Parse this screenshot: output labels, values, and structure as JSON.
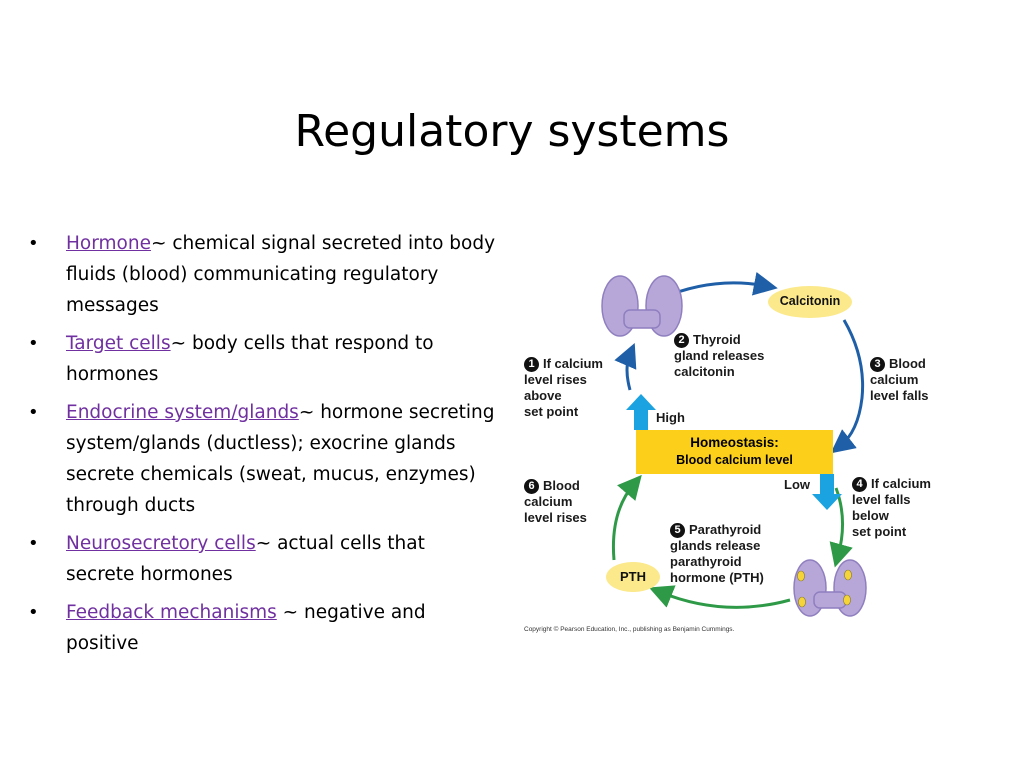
{
  "slide": {
    "title": "Regulatory systems"
  },
  "bullets": [
    {
      "term": "Hormone",
      "text": "~ chemical signal secreted into body fluids (blood) communicating regulatory messages"
    },
    {
      "term": "Target cells",
      "text": "~ body cells that respond to hormones"
    },
    {
      "term": "Endocrine system/glands",
      "text": "~ hormone secreting system/glands (ductless); exocrine glands secrete chemicals (sweat, mucus, enzymes) through ducts"
    },
    {
      "term": "Neurosecretory cells",
      "text": "~  actual cells that secrete hormones"
    },
    {
      "term": "Feedback mechanisms",
      "text": " ~ negative and positive"
    }
  ],
  "diagram": {
    "calcitonin_label": "Calcitonin",
    "pth_label": "PTH",
    "high_label": "High",
    "low_label": "Low",
    "homeostasis_title": "Homeostasis:",
    "homeostasis_sub": "Blood calcium level",
    "steps": [
      {
        "num": "1",
        "text": "If calcium\nlevel rises\nabove\nset point"
      },
      {
        "num": "2",
        "text": "Thyroid\ngland releases\ncalcitonin"
      },
      {
        "num": "3",
        "text": "Blood\ncalcium\nlevel falls"
      },
      {
        "num": "4",
        "text": "If calcium\nlevel falls\nbelow\nset point"
      },
      {
        "num": "5",
        "text": "Parathyroid\nglands release\nparathyroid\nhormone (PTH)"
      },
      {
        "num": "6",
        "text": "Blood\ncalcium\nlevel rises"
      }
    ],
    "copyright": "Copyright © Pearson Education, Inc., publishing as Benjamin Cummings.",
    "colors": {
      "blue": "#1f5fa8",
      "green": "#2e9a47",
      "yellow": "#fcd01a",
      "pill": "#fbe98c",
      "gland": "#b7a7d9",
      "cyan": "#1aa3e0"
    }
  }
}
